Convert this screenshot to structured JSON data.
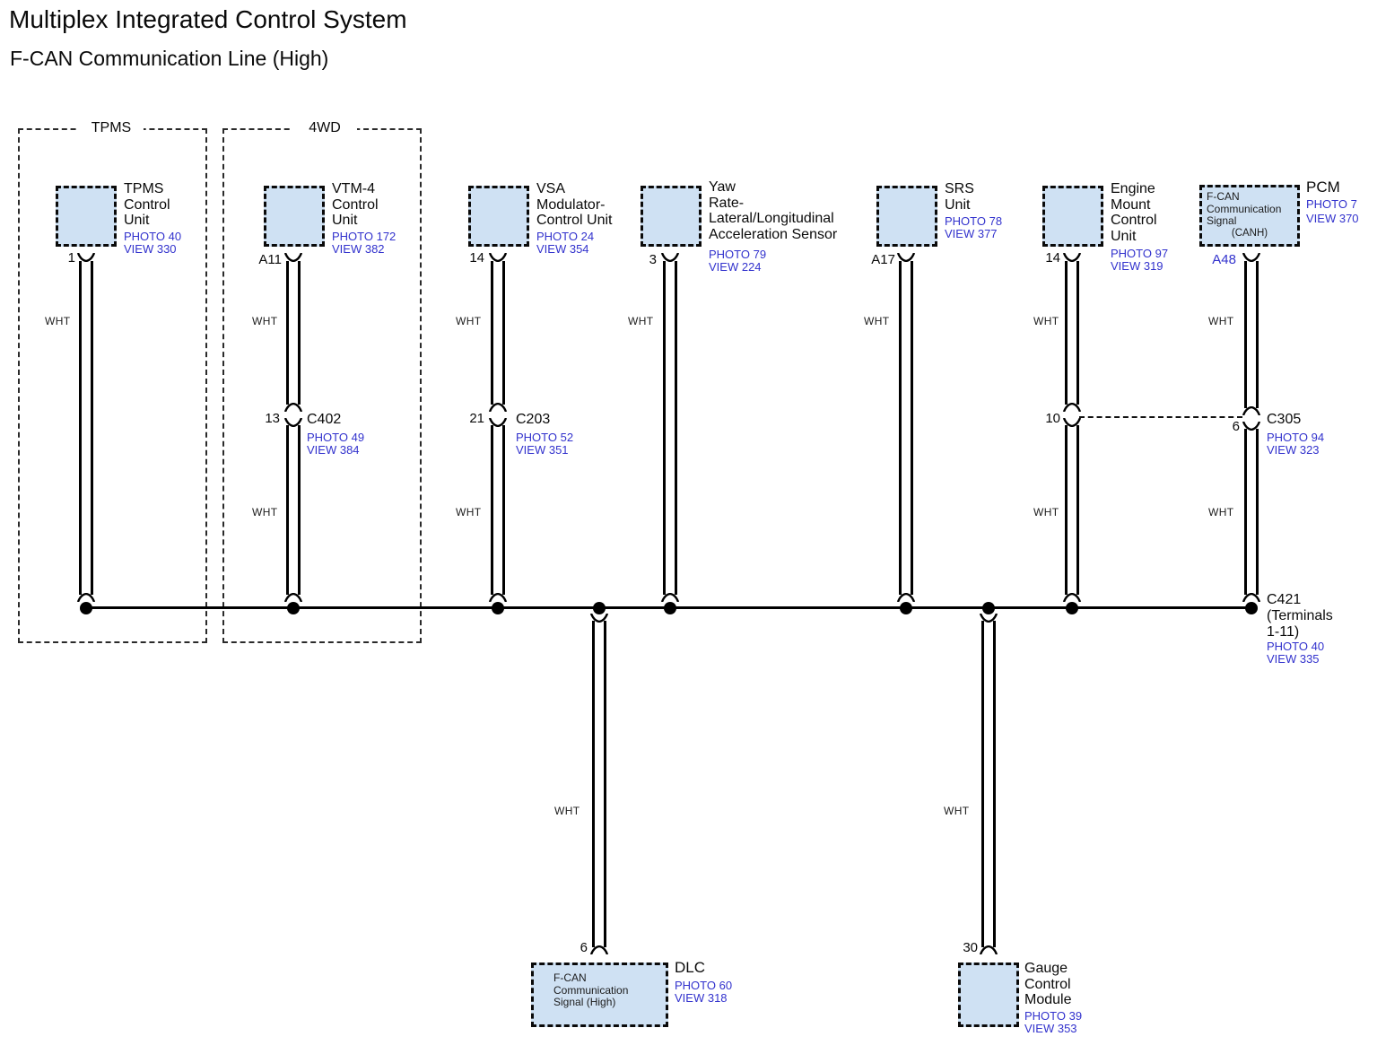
{
  "header": {
    "title": "Multiplex Integrated Control System",
    "subtitle": "F-CAN Communication Line (High)"
  },
  "groups": {
    "tpms": "TPMS",
    "fourwd": "4WD"
  },
  "labels": {
    "wht": "WHT"
  },
  "colors": {
    "box_fill": "#cfe1f3",
    "link_blue": "#3232cd",
    "wire_outline": "#000000"
  },
  "components": {
    "tpms": {
      "name": "TPMS\nControl\nUnit",
      "photo": "PHOTO 40",
      "view": "VIEW 330",
      "pin": "1"
    },
    "vtm4": {
      "name": "VTM-4\nControl\nUnit",
      "photo": "PHOTO 172",
      "view": "VIEW 382",
      "pin": "A11"
    },
    "vsa": {
      "name": "VSA\nModulator-\nControl Unit",
      "photo": "PHOTO 24",
      "view": "VIEW 354",
      "pin": "14"
    },
    "yaw": {
      "name": "Yaw\nRate-\nLateral/Longitudinal\nAcceleration Sensor",
      "photo": "PHOTO 79",
      "view": "VIEW 224",
      "pin": "3"
    },
    "srs": {
      "name": "SRS\nUnit",
      "photo": "PHOTO 78",
      "view": "VIEW 377",
      "pin": "A17"
    },
    "engine": {
      "name": "Engine\nMount\nControl\nUnit",
      "photo": "PHOTO 97",
      "view": "VIEW 319",
      "pin": "14"
    },
    "pcm": {
      "name": "PCM",
      "inner": "F-CAN\nCommunication\nSignal",
      "inner_sub": "(CANH)",
      "photo": "PHOTO 7",
      "view": "VIEW 370",
      "pin": "A48"
    },
    "dlc": {
      "name": "DLC",
      "inner": "F-CAN\nCommunication\nSignal (High)",
      "photo": "PHOTO 60",
      "view": "VIEW 318",
      "pin": "6"
    },
    "gauge": {
      "name": "Gauge\nControl\nModule",
      "photo": "PHOTO 39",
      "view": "VIEW 353",
      "pin": "30"
    }
  },
  "connectors": {
    "c402": {
      "name": "C402",
      "photo": "PHOTO 49",
      "view": "VIEW 384",
      "pin": "13"
    },
    "c203": {
      "name": "C203",
      "photo": "PHOTO 52",
      "view": "VIEW 351",
      "pin": "21"
    },
    "c305": {
      "name": "C305",
      "photo": "PHOTO 94",
      "view": "VIEW 323",
      "pin_left": "10",
      "pin_right": "6"
    },
    "c421": {
      "name": "C421\n(Terminals\n1-11)",
      "photo": "PHOTO 40",
      "view": "VIEW 335"
    }
  }
}
